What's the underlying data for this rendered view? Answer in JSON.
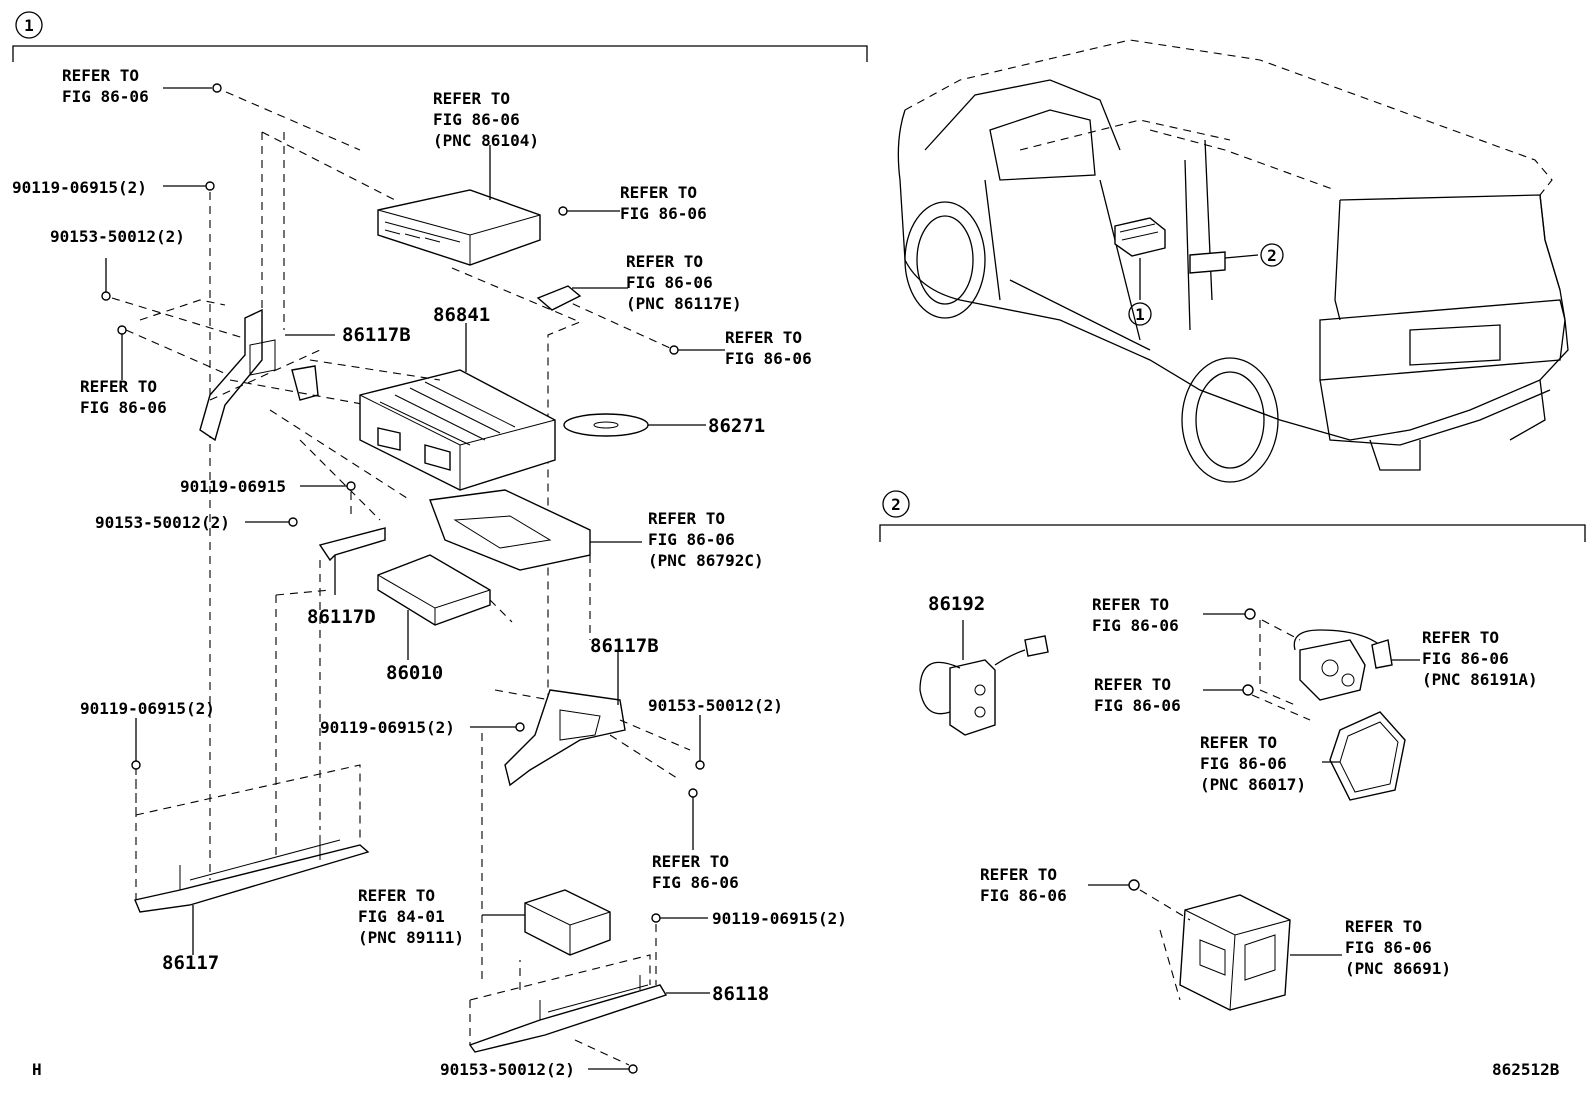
{
  "section_1_marker": "1",
  "section_2_marker": "2",
  "car_marker_1": "1",
  "car_marker_2": "2",
  "corner_left": "H",
  "corner_right": "862512B",
  "labels": {
    "refer_top_l1": "REFER TO",
    "refer_top_l2": "FIG 86-06",
    "refer_86104_l1": "REFER TO",
    "refer_86104_l2": "FIG 86-06",
    "refer_86104_l3": "(PNC 86104)",
    "p_90119_a": "90119-06915(2)",
    "p_90153_a": "90153-50012(2)",
    "refer_mid1_l1": "REFER TO",
    "refer_mid1_l2": "FIG 86-06",
    "refer_86117e_l1": "REFER TO",
    "refer_86117e_l2": "FIG 86-06",
    "refer_86117e_l3": "(PNC 86117E)",
    "refer_right1_l1": "REFER TO",
    "refer_right1_l2": "FIG 86-06",
    "refer_left1_l1": "REFER TO",
    "refer_left1_l2": "FIG 86-06",
    "p_86117b_a": "86117B",
    "p_86841": "86841",
    "p_86271": "86271",
    "p_90119_b": "90119-06915",
    "p_90153_b": "90153-50012(2)",
    "refer_86792c_l1": "REFER TO",
    "refer_86792c_l2": "FIG 86-06",
    "refer_86792c_l3": "(PNC 86792C)",
    "p_86117d": "86117D",
    "p_86010": "86010",
    "p_86117b_b": "86117B",
    "p_90119_c": "90119-06915(2)",
    "p_90119_d": "90119-06915(2)",
    "p_90153_c": "90153-50012(2)",
    "refer_low1_l1": "REFER TO",
    "refer_low1_l2": "FIG 86-06",
    "refer_89111_l1": "REFER TO",
    "refer_89111_l2": "FIG 84-01",
    "refer_89111_l3": "(PNC 89111)",
    "p_90119_e": "90119-06915(2)",
    "p_86117": "86117",
    "p_86118": "86118",
    "p_90153_d": "90153-50012(2)",
    "p_86192": "86192",
    "refer_s2a_l1": "REFER TO",
    "refer_s2a_l2": "FIG 86-06",
    "refer_86191a_l1": "REFER TO",
    "refer_86191a_l2": "FIG 86-06",
    "refer_86191a_l3": "(PNC 86191A)",
    "refer_s2b_l1": "REFER TO",
    "refer_s2b_l2": "FIG 86-06",
    "refer_86017_l1": "REFER TO",
    "refer_86017_l2": "FIG 86-06",
    "refer_86017_l3": "(PNC 86017)",
    "refer_s2c_l1": "REFER TO",
    "refer_s2c_l2": "FIG 86-06",
    "refer_86691_l1": "REFER TO",
    "refer_86691_l2": "FIG 86-06",
    "refer_86691_l3": "(PNC 86691)"
  }
}
